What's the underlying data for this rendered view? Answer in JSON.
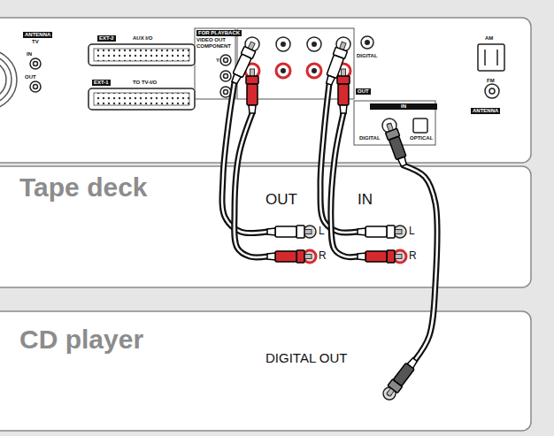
{
  "diagram": {
    "nodes": [
      {
        "text": [
          "ANTENNA",
          "TV",
          "IN",
          "OUT",
          "EXT-2",
          "AUX I/O",
          "EXT-1",
          "TO TV-I/O",
          "FOR PLAYBACK",
          "VIDEO OUT COMPONENT",
          "Y",
          "DIGITAL",
          "OUT",
          "IN",
          "DIGITAL",
          "OPTICAL",
          "AM",
          "FM",
          "ANTENNA"
        ]
      },
      {
        "text": [
          "Tape deck",
          "OUT",
          "L",
          "R",
          "IN",
          "L",
          "R"
        ]
      },
      {
        "text": [
          "CD player",
          "DIGITAL OUT"
        ]
      }
    ],
    "edges": [
      {
        "from": 0,
        "to": 1,
        "arrow": "none"
      },
      {
        "from": 0,
        "to": 1,
        "arrow": "none"
      },
      {
        "from": 0,
        "to": 1,
        "arrow": "none"
      },
      {
        "from": 0,
        "to": 1,
        "arrow": "none"
      },
      {
        "from": 2,
        "to": 0,
        "arrow": "none"
      }
    ]
  }
}
